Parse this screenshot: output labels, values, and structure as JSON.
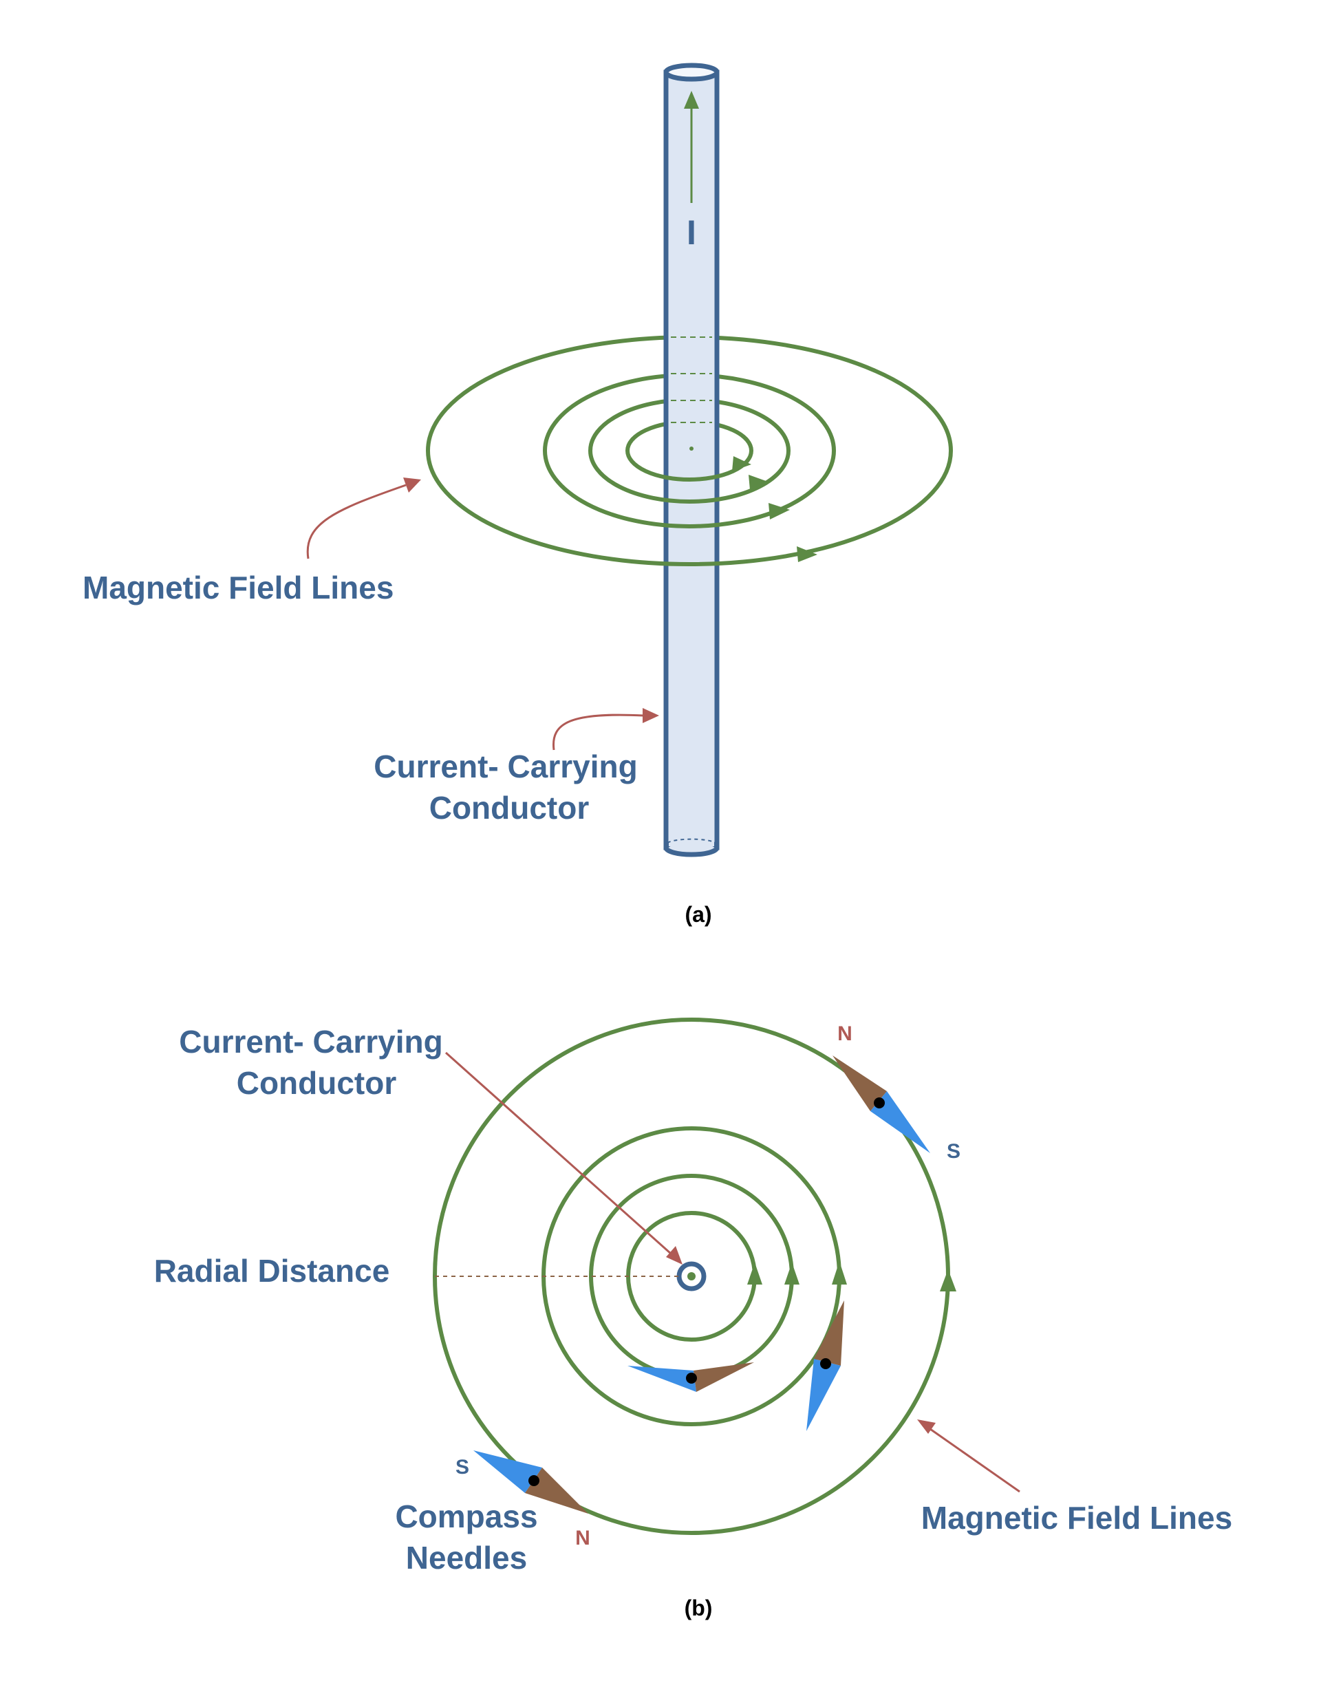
{
  "figure_a": {
    "current_symbol": "I",
    "field_lines_label": "Magnetic Field Lines",
    "conductor_label": [
      "Current- Carrying",
      "Conductor"
    ],
    "caption": "(a)"
  },
  "figure_b": {
    "conductor_label": [
      "Current- Carrying",
      "Conductor"
    ],
    "radial_label": "Radial Distance",
    "compass_label": [
      "Compass",
      "Needles"
    ],
    "field_lines_label": "Magnetic Field Lines",
    "north": "N",
    "south": "S",
    "caption": "(b)"
  },
  "colors": {
    "label": "#3f6592",
    "field_line": "#5c8a45",
    "pointer": "#b05a55",
    "conductor_fill": "#dde6f3",
    "conductor_stroke": "#3f6592",
    "needle_north": "#8b6346",
    "needle_south": "#3c8fe6"
  }
}
